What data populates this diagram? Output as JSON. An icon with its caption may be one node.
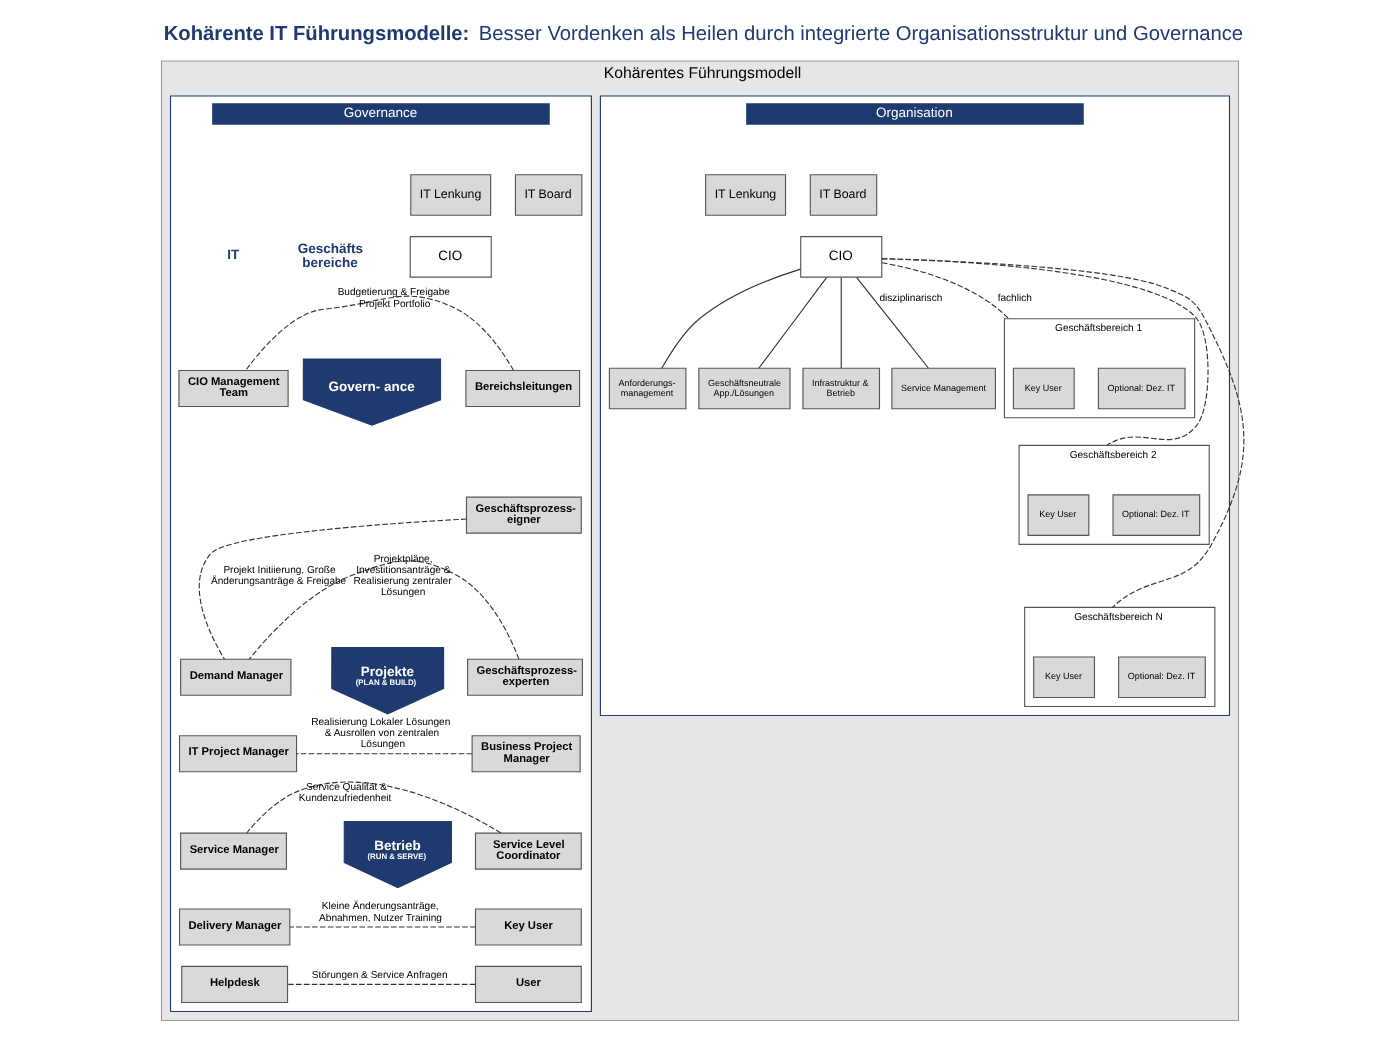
{
  "diagram": {
    "title": "**Kohärente IT Führungsmodelle:** Besser Vordenken als Heilen durch integrierte Organisationsstruktur und Governance",
    "nodes": [
      {
        "text": [
          "Kohärentes Führungsmodell"
        ]
      },
      {
        "text": [
          "Organisation"
        ],
        "in": 0
      },
      {
        "text": [
          "IT Lenkung"
        ],
        "in": 1
      },
      {
        "text": [
          "IT Board"
        ],
        "in": 1
      },
      {
        "text": [
          "CIO"
        ],
        "in": 1
      },
      {
        "text": [
          "Anforderungs- management"
        ],
        "in": 1
      },
      {
        "text": [
          "Geschäftsneutrale App./Lösungen"
        ],
        "in": 1
      },
      {
        "text": [
          "Infrastruktur & Betrieb"
        ],
        "in": 1
      },
      {
        "text": [
          "Service Management"
        ],
        "in": 1
      },
      {
        "text": [
          "Geschäftsbereich 1"
        ],
        "in": 1
      },
      {
        "text": [
          "Key User"
        ],
        "in": 9
      },
      {
        "text": [
          "Optional: Dez. IT"
        ],
        "in": 9
      },
      {
        "text": [
          "Geschäftsbereich 2"
        ],
        "in": 1
      },
      {
        "text": [
          "Key User"
        ],
        "in": 12
      },
      {
        "text": [
          "Optional: Dez. IT"
        ],
        "in": 12
      },
      {
        "text": [
          "Geschäftsbereich N"
        ],
        "in": 1
      },
      {
        "text": [
          "Key User"
        ],
        "in": 15
      },
      {
        "text": [
          "Optional: Dez. IT"
        ],
        "in": 15
      },
      {
        "text": [
          "Governance"
        ],
        "in": 0
      },
      {
        "text": [
          "IT Lenkung"
        ],
        "in": 18
      },
      {
        "text": [
          "IT Board"
        ],
        "in": 18
      },
      {
        "text": [
          "CIO"
        ],
        "in": 18
      },
      {
        "text": [
          "Govern- ance"
        ],
        "in": 18
      },
      {
        "text": [
          "Projekte",
          "(PLAN & BUILD)"
        ],
        "in": 18
      },
      {
        "text": [
          "Betrieb",
          "(RUN & SERVE)"
        ],
        "in": 18
      },
      {
        "text": [
          "Bereichsleitungen"
        ],
        "in": 18
      },
      {
        "text": [
          "Geschäftsprozess- eigner"
        ],
        "in": 18
      },
      {
        "text": [
          "Geschäftsprozess- experten"
        ],
        "in": 18
      },
      {
        "text": [
          "Business Project Manager"
        ],
        "in": 18
      },
      {
        "text": [
          "Service Level Coordinator"
        ],
        "in": 18
      },
      {
        "text": [
          "Key User"
        ],
        "in": 18
      },
      {
        "text": [
          "User"
        ],
        "in": 18
      },
      {
        "text": [
          "CIO Management Team"
        ],
        "in": 18
      },
      {
        "text": [
          "Demand Manager"
        ],
        "in": 18
      },
      {
        "text": [
          "IT Project Manager"
        ],
        "in": 18
      },
      {
        "text": [
          "Service Manager"
        ],
        "in": 18
      },
      {
        "text": [
          "Delivery Manager"
        ],
        "in": 18
      },
      {
        "text": [
          "Helpdesk"
        ],
        "in": 18
      }
    ],
    "edges": [
      {
        "from": 4,
        "to": 5,
        "arrow": "none"
      },
      {
        "from": 4,
        "to": 6,
        "arrow": "none"
      },
      {
        "from": 4,
        "to": 7,
        "arrow": "none"
      },
      {
        "from": 4,
        "to": 8,
        "arrow": "none",
        "label": "disziplinarisch"
      },
      {
        "from": 4,
        "to": 9,
        "arrow": "none",
        "style": "dashed",
        "label": "fachlich"
      },
      {
        "from": 4,
        "to": 12,
        "arrow": "none",
        "style": "dashed"
      },
      {
        "from": 4,
        "to": 15,
        "arrow": "none",
        "style": "dashed"
      },
      {
        "from": 25,
        "to": 32,
        "arrow": "none",
        "style": "dashed",
        "label": "Budgetierung & Freigabe Projekt Portfolio"
      },
      {
        "from": 26,
        "to": 33,
        "arrow": "none",
        "style": "dashed",
        "label": "Projekt Initiierung, Große Änderungsanträge & Freigabe"
      },
      {
        "from": 27,
        "to": 33,
        "arrow": "none",
        "style": "dashed",
        "label": "Projektpläne, Investitionsanträge & Realisierung zentraler Lösungen"
      },
      {
        "from": 28,
        "to": 34,
        "arrow": "none",
        "style": "dashed",
        "label": "Realisierung Lokaler Lösungen & Ausrollen von zentralen Lösungen"
      },
      {
        "from": 29,
        "to": 35,
        "arrow": "none",
        "style": "dashed",
        "label": "Service Qualität & Kundenzufriedenheit"
      },
      {
        "from": 30,
        "to": 36,
        "arrow": "none",
        "style": "dashed",
        "label": "Kleine Änderungsanträge, Abnahmen, Nutzer Training"
      },
      {
        "from": 31,
        "to": 37,
        "arrow": "none",
        "style": "dashed",
        "label": "Störungen & Service Anfragen"
      }
    ],
    "labels": [
      "Geschäfts bereiche",
      "IT"
    ]
  }
}
